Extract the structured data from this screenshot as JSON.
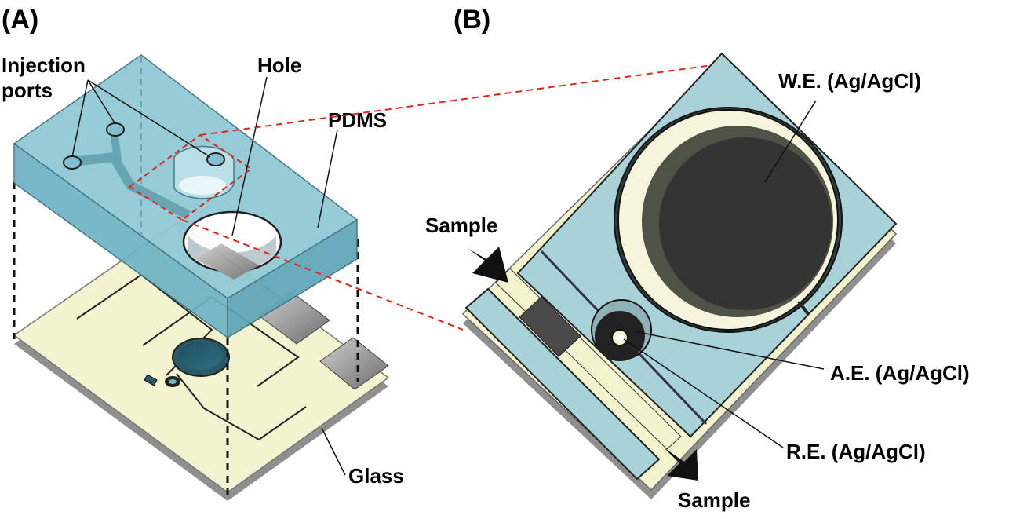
{
  "panels": {
    "a": {
      "label": "(A)"
    },
    "b": {
      "label": "(B)"
    }
  },
  "labels": {
    "injection_ports": [
      "Injection",
      "ports"
    ],
    "hole": "Hole",
    "pdms": "PDMS",
    "glass": "Glass",
    "sample_in": "Sample",
    "sample_out": "Sample",
    "we": "W.E. (Ag/AgCl)",
    "ae": "A.E. (Ag/AgCl)",
    "re": "R.E. (Ag/AgCl)"
  },
  "colors": {
    "pdms_top": "#8ec9d6",
    "pdms_side": "#6fb3c4",
    "glass": "#f4f3cf",
    "glass_edge": "#9a9a9a",
    "electrode_dark": "#333333",
    "callout_red": "#e0261c",
    "pad_gray": "#8a8a8a"
  }
}
